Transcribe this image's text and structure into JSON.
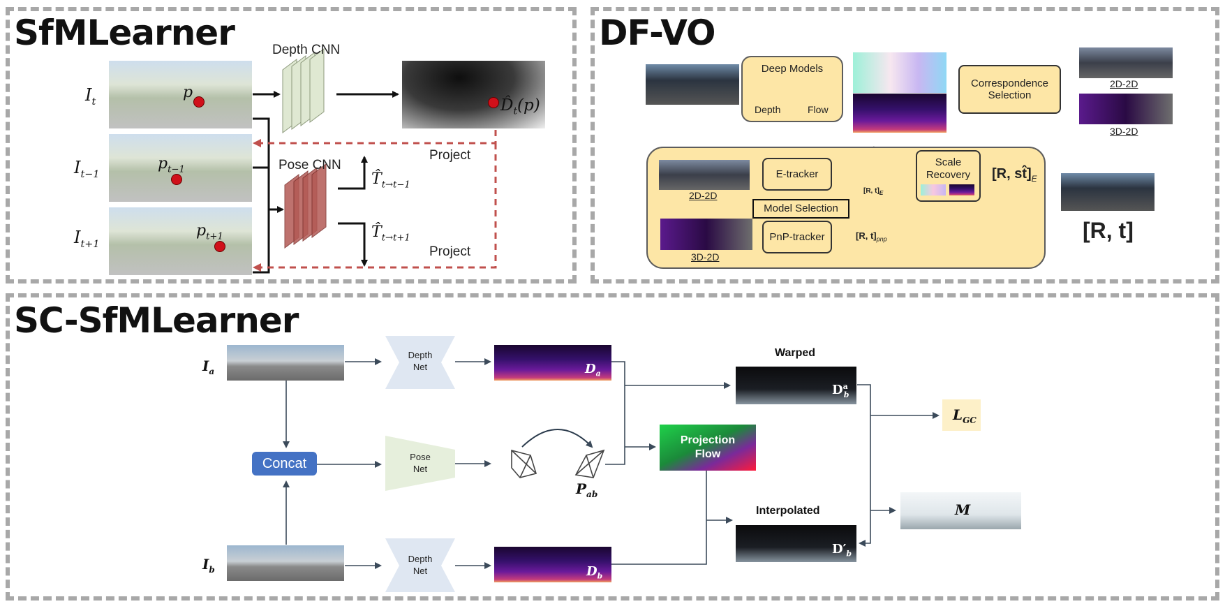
{
  "panels": {
    "sfmlearner": {
      "title": "SfMLearner",
      "depth_cnn": "Depth CNN",
      "pose_cnn": "Pose CNN",
      "project_top": "Project",
      "project_bottom": "Project",
      "frames": [
        {
          "base": "I",
          "sub": "t",
          "point_base": "p",
          "point_sub": ""
        },
        {
          "base": "I",
          "sub": "t−1",
          "point_base": "p",
          "point_sub": "t−1"
        },
        {
          "base": "I",
          "sub": "t+1",
          "point_base": "p",
          "point_sub": "t+1"
        }
      ],
      "depth_out": {
        "base": "D̂",
        "sub": "t",
        "arg": "(p)"
      },
      "pose_out_1": {
        "base": "T̂",
        "sub": "t→t−1"
      },
      "pose_out_2": {
        "base": "T̂",
        "sub": "t→t+1"
      },
      "colors": {
        "arrow": "#111111",
        "dashed": "#c0504d",
        "dot": "#d0101a"
      }
    },
    "dfvo": {
      "title": "DF-VO",
      "deep_models": "Deep Models",
      "depth": "Depth",
      "flow": "Flow",
      "correspondence": "Correspondence Selection",
      "label_2d2d": "2D-2D",
      "label_3d2d": "3D-2D",
      "inner_2d2d": "2D-2D",
      "inner_3d2d": "3D-2D",
      "e_tracker": "E-tracker",
      "pnp_tracker": "PnP-tracker",
      "scale_recovery": "Scale Recovery",
      "model_selection": "Model Selection",
      "rt_e_small": "[R, t]",
      "rt_e_small_sub": "E",
      "rt_pnp": "[R, t]",
      "rt_pnp_sub": "pnp",
      "rst_e": "[R, st̂]",
      "rst_e_sub": "E",
      "rt_final": "[R, t]"
    },
    "scsfm": {
      "title": "SC-SfMLearner",
      "ia": {
        "base": "I",
        "sub": "a"
      },
      "ib": {
        "base": "I",
        "sub": "b"
      },
      "depth_net_top": "Depth Net",
      "pose_net": "Pose Net",
      "depth_net_bottom": "Depth Net",
      "concat": "Concat",
      "da": {
        "base": "D",
        "sub": "a"
      },
      "db": {
        "base": "D",
        "sub": "b"
      },
      "pab": {
        "base": "P",
        "sub": "ab"
      },
      "projection_flow": "Projection Flow",
      "warped": "Warped",
      "interpolated": "Interpolated",
      "dba": {
        "base": "D",
        "sub": "b",
        "sup": "a"
      },
      "dbprime": {
        "base": "D′",
        "sub": "b"
      },
      "lgc": {
        "base": "L",
        "sub": "GC"
      },
      "m": "M",
      "colors": {
        "net": "#dfe7f2",
        "pose": "#e6efdc",
        "concat": "#4472c4",
        "lgc_bg": "#fdf0c8"
      }
    }
  }
}
